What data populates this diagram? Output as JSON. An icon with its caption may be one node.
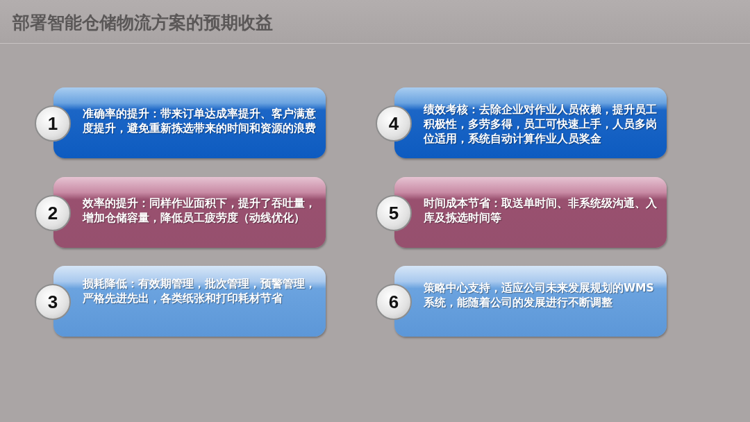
{
  "diagram": {
    "title": "部署智能仓储物流方案的预期收益",
    "nodes": [
      {
        "text": [
          "1"
        ]
      },
      {
        "text": [
          "准确率的提升：带来订单达成率提升、客户满意度提升，避免重新拣选带来的时间和资源的浪费"
        ]
      },
      {
        "text": [
          "2"
        ]
      },
      {
        "text": [
          "效率的提升：同样作业面积下，提升了吞吐量，增加仓储容量，降低员工疲劳度（动线优化）"
        ]
      },
      {
        "text": [
          "3"
        ]
      },
      {
        "text": [
          "损耗降低：有效期管理，批次管理，预警管理，严格先进先出，各类纸张和打印耗材节省"
        ]
      },
      {
        "text": [
          "4"
        ]
      },
      {
        "text": [
          "绩效考核：去除企业对作业人员依赖，提升员工积极性，多劳多得，员工可快速上手，人员多岗位适用，系统自动计算作业人员奖金"
        ]
      },
      {
        "text": [
          "5"
        ]
      },
      {
        "text": [
          "时间成本节省：取送单时间、非系统级沟通、入库及拣选时间等"
        ]
      },
      {
        "text": [
          "6"
        ]
      },
      {
        "text": [
          "策略中心支持，适应公司未来发展规划的WMS系统，能随着公司的发展进行不断调整"
        ]
      }
    ],
    "edges": []
  }
}
